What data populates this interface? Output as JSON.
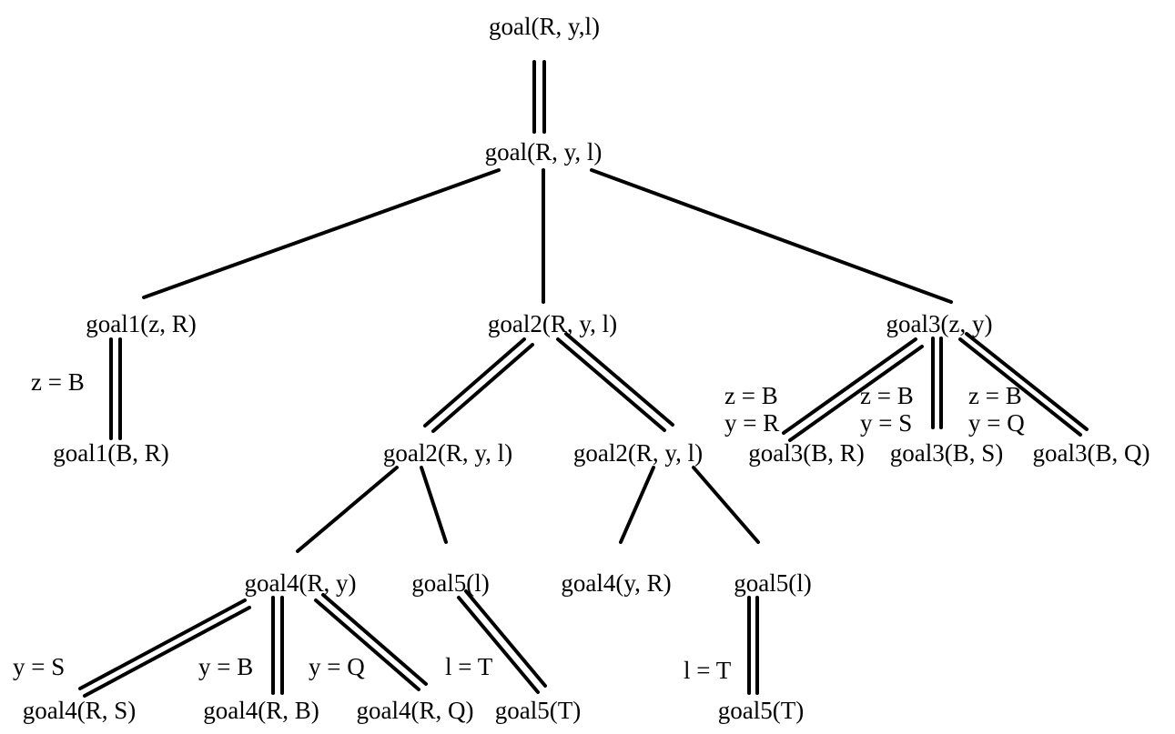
{
  "nodes": {
    "root": "goal(R, y,l)",
    "goal": "goal(R, y, l)",
    "g1": "goal1(z, R)",
    "g1_leaf": "goal1(B, R)",
    "g2": "goal2(R, y, l)",
    "g2_a": "goal2(R, y, l)",
    "g2_b": "goal2(R, y, l)",
    "g3": "goal3(z, y)",
    "g3_r": "goal3(B, R)",
    "g3_s": "goal3(B, S)",
    "g3_q": "goal3(B, Q)",
    "g4_a": "goal4(R, y)",
    "g5_a": "goal5(l)",
    "g4_b": "goal4(y, R)",
    "g5_b": "goal5(l)",
    "g4_s": "goal4(R, S)",
    "g4_bb": "goal4(R, B)",
    "g4_q": "goal4(R, Q)",
    "g5_ta": "goal5(T)",
    "g5_tb": "goal5(T)"
  },
  "conditions": {
    "c_g1": [
      "z = B"
    ],
    "c_g3_r": [
      "z = B",
      "y = R"
    ],
    "c_g3_s": [
      "z = B",
      "y = S"
    ],
    "c_g3_q": [
      "z = B",
      "y = Q"
    ],
    "c_g4_s": [
      "y = S"
    ],
    "c_g4_b": [
      "y = B"
    ],
    "c_g4_q": [
      "y = Q"
    ],
    "c_g5_a": [
      "l = T"
    ],
    "c_g5_b": [
      "l = T"
    ]
  }
}
